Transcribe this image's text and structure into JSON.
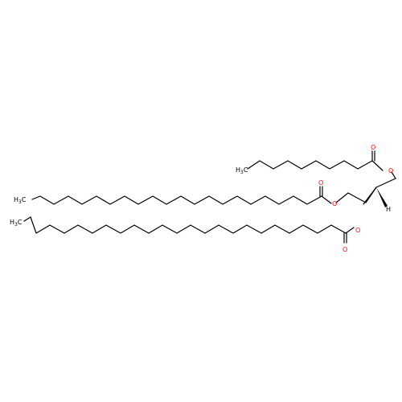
{
  "molecule": {
    "atoms": {
      "oxygen": "O",
      "hydrogen": "H",
      "methyl_prefix": "H",
      "methyl_sub": "3",
      "methyl_suffix": "C"
    },
    "colors": {
      "carbon": "#000000",
      "oxygen": "#ff0d0d"
    }
  }
}
